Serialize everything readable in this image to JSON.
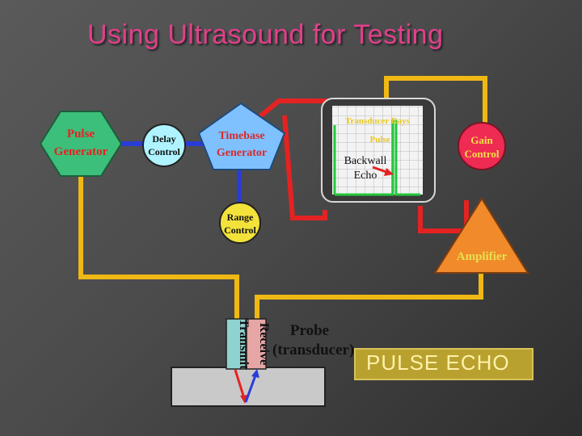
{
  "title": "Using Ultrasound for Testing",
  "blocks": {
    "pulse_generator": [
      "Pulse",
      "Generator"
    ],
    "delay_control": [
      "Delay",
      "Control"
    ],
    "timebase_generator": [
      "Timebase",
      "Generator"
    ],
    "range_control": [
      "Range",
      "Control"
    ],
    "gain_control": [
      "Gain",
      "Control"
    ],
    "amplifier": "Amplifier",
    "screen_caption": [
      "Transducer Rays",
      "Pulse"
    ],
    "backwall_echo": "Backwall Echo",
    "transmit": "Transmit",
    "receive": "Receive",
    "probe": "Probe (transducer)"
  },
  "caption": "PULSE ECHO",
  "colors": {
    "title": "#e0408a",
    "pulse_generator": "#3cbf7a",
    "delay_control": "#aef3ff",
    "timebase_generator": "#7fc0ff",
    "range_control": "#f3e23a",
    "gain_control": "#ee2b52",
    "amplifier": "#f08a2a",
    "wire_yellow": "#f0b814",
    "wire_red": "#e52222",
    "wire_blue": "#2a3cd6"
  }
}
